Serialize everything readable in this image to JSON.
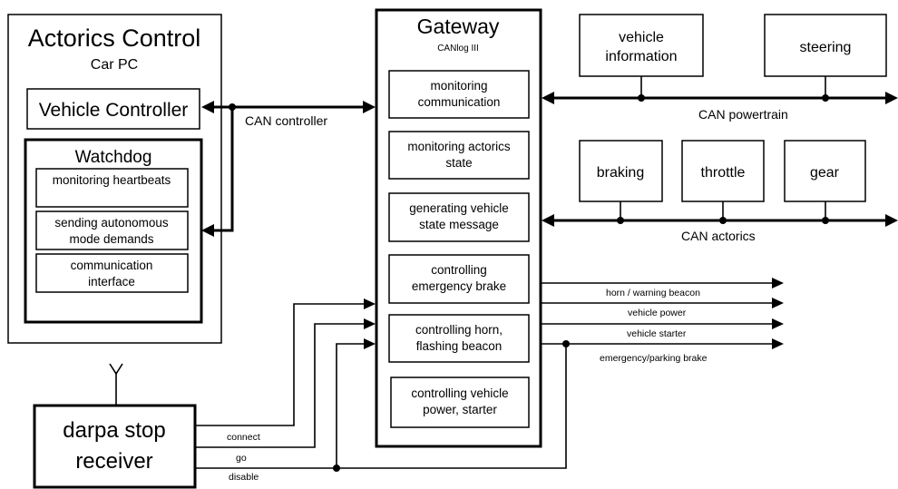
{
  "actorics": {
    "title": "Actorics Control",
    "subtitle": "Car PC",
    "vehicle_controller": "Vehicle Controller",
    "watchdog": {
      "title": "Watchdog",
      "items": [
        [
          "monitoring heartbeats"
        ],
        [
          "sending autonomous",
          "mode demands"
        ],
        [
          "communication",
          "interface"
        ]
      ]
    }
  },
  "gateway": {
    "title": "Gateway",
    "subtitle": "CANlog III",
    "modules": [
      [
        "monitoring",
        "communication"
      ],
      [
        "monitoring actorics",
        "state"
      ],
      [
        "generating vehicle",
        "state message"
      ],
      [
        "controlling",
        "emergency brake"
      ],
      [
        "controlling horn,",
        "flashing beacon"
      ],
      [
        "controlling vehicle",
        "power, starter"
      ]
    ]
  },
  "powertrain_bus": {
    "label": "CAN powertrain",
    "nodes": [
      [
        "vehicle",
        "information"
      ],
      [
        "steering"
      ]
    ]
  },
  "actorics_bus": {
    "label": "CAN actorics",
    "nodes": [
      [
        "braking"
      ],
      [
        "throttle"
      ],
      [
        "gear"
      ]
    ]
  },
  "can_controller_label": "CAN controller",
  "outputs": [
    "horn / warning beacon",
    "vehicle power",
    "vehicle starter",
    "emergency/parking brake"
  ],
  "receiver": {
    "title": [
      "darpa stop",
      "receiver"
    ],
    "signals": [
      "connect",
      "go",
      "disable"
    ]
  }
}
